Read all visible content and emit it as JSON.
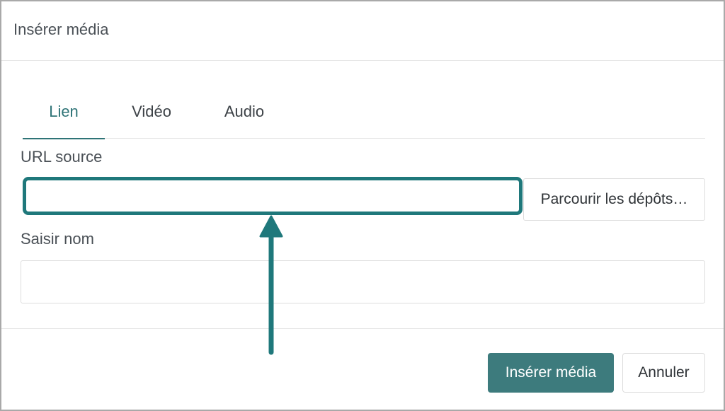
{
  "dialog": {
    "title": "Insérer média"
  },
  "tabs": [
    {
      "label": "Lien",
      "active": true
    },
    {
      "label": "Vidéo",
      "active": false
    },
    {
      "label": "Audio",
      "active": false
    }
  ],
  "form": {
    "url_label": "URL source",
    "url_value": "",
    "browse_label": "Parcourir les dépôts…",
    "name_label": "Saisir nom",
    "name_value": ""
  },
  "footer": {
    "insert_label": "Insérer média",
    "cancel_label": "Annuler"
  },
  "colors": {
    "accent": "#3d7b7d",
    "highlight": "#1f787b"
  }
}
